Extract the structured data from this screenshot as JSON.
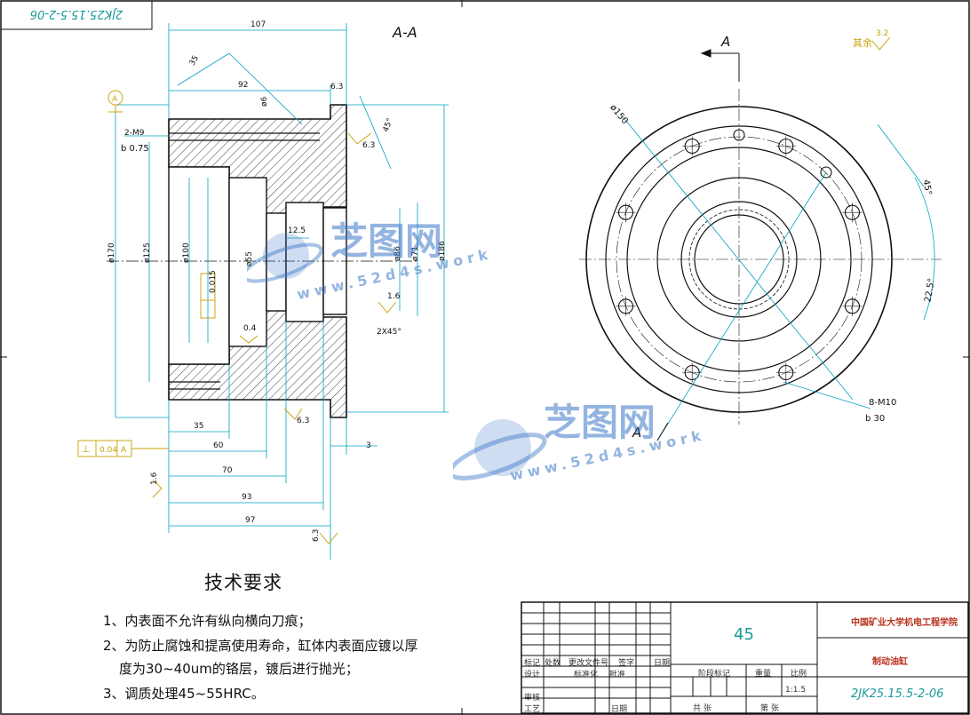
{
  "drawing": {
    "corner_code": "2JK25.15.5-2-06",
    "section_label": "A-A",
    "view_label_top": "A",
    "view_label_bottom": "A",
    "roughness_other_label": "其余",
    "roughness_other_value": "3.2",
    "datum_label": "A"
  },
  "section_dims": {
    "d107": "107",
    "d35_top": "35",
    "d92": "92",
    "d63_top": "6.3",
    "d45deg": "45°",
    "hole_2m": "2-M9",
    "hole_depth": "b 0.75",
    "phi170": "ø170",
    "phi125": "ø125",
    "phi100": "ø100",
    "phi86": "ø86",
    "phi71": "ø71",
    "phi186": "ø186",
    "phi6": "ø6",
    "phi55": "ø55",
    "d12_5": "12.5",
    "d1_6": "1.6",
    "d0_4": "0.4",
    "d0_015": "0.015",
    "chamfer": "2X45°",
    "d6_3_mid": "6.3",
    "d6_3_low": "6.3",
    "d6_3_bottom": "6.3",
    "d35": "35",
    "d60": "60",
    "d70": "70",
    "d93": "93",
    "d97": "97",
    "d3": "3",
    "perp_sym": "⊥",
    "perp_val": "0.04",
    "perp_ref": "A",
    "rough_1_6_left": "1.6"
  },
  "front_dims": {
    "phi150": "ø150",
    "angle45": "45°",
    "angle22_5": "22.5°",
    "holes": "8-M10",
    "hole_depth": "b 30"
  },
  "tech_req": {
    "title": "技术要求",
    "items": [
      "1、内表面不允许有纵向横向刀痕；",
      "2、为防止腐蚀和提高使用寿命，缸体内表面应镀以厚",
      "度为30~40um的铬层，镀后进行抛光；",
      "3、调质处理45~55HRC。"
    ]
  },
  "title_block": {
    "material": "45",
    "school": "中国矿业大学机电工程学院",
    "part_name": "制动油缸",
    "drawing_no": "2JK25.15.5-2-06",
    "scale": "1:1.5",
    "row_labels": [
      "标记",
      "处数",
      "更改文件号",
      "签字",
      "日期"
    ],
    "design": "设计",
    "review": "审核",
    "process": "工艺",
    "std": "标准化",
    "approve": "批准",
    "date": "日期",
    "stage_mark": "阶段标记",
    "weight": "重量",
    "scale_label": "比例",
    "total": "共 张",
    "sheet": "第 张"
  },
  "watermark": {
    "brand": "芝图网",
    "url": "www.52d4s.work"
  },
  "colors": {
    "outline": "#111111",
    "dimension": "#00a0c0",
    "annotation": "#c8a000",
    "hatch": "#333333",
    "watermark": "#3c78c8"
  }
}
